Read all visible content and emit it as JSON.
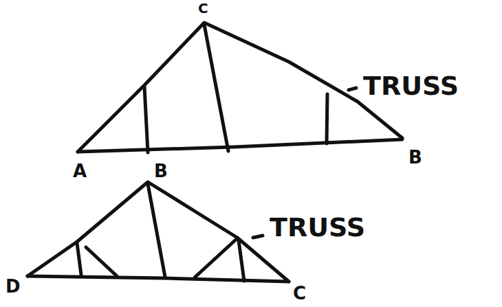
{
  "diagram": {
    "labels": [
      "C",
      "TRUSS",
      "A",
      "B",
      "B",
      "TRUSS",
      "D",
      "C"
    ]
  }
}
